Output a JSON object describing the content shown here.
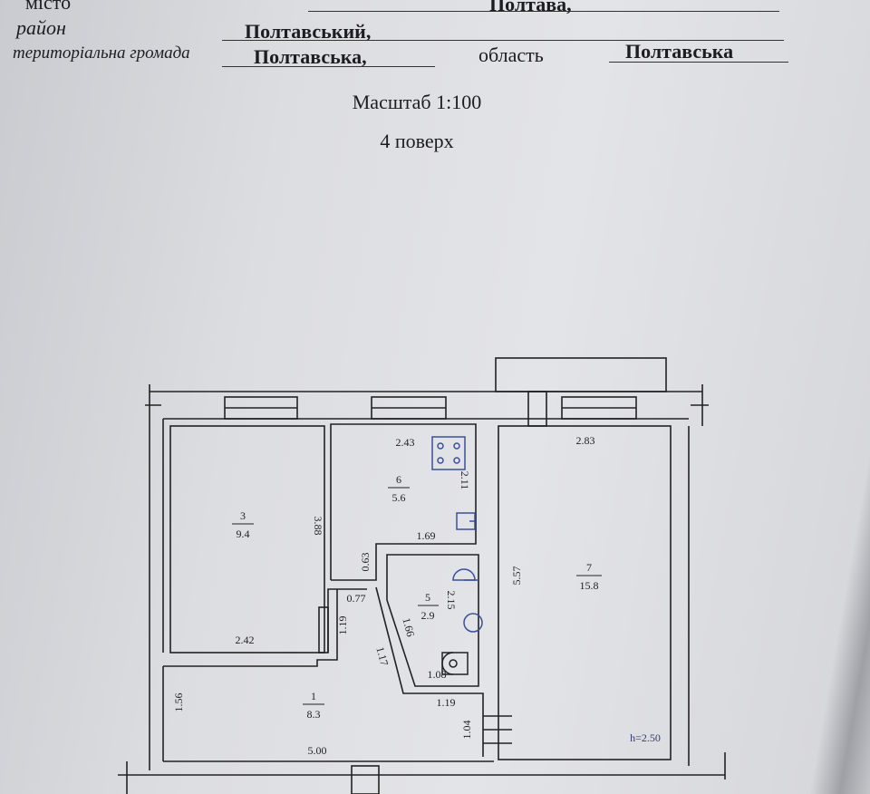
{
  "header": {
    "city_label": "місто",
    "city_value": "Полтава,",
    "district_label": "район",
    "district_value": "Полтавський,",
    "community_label": "територіальна громада",
    "community_value": "Полтавська,",
    "region_label": "область",
    "region_value": "Полтавська"
  },
  "scale": "Масштаб 1:100",
  "floor": "4 поверх",
  "plan": {
    "rooms": [
      {
        "number": "3",
        "area": "9.4",
        "dims": [
          "3.88",
          "2.42"
        ]
      },
      {
        "number": "6",
        "area": "5.6",
        "dims": [
          "2.43",
          "2.11",
          "1.69",
          "0.63"
        ]
      },
      {
        "number": "5",
        "area": "2.9",
        "dims": [
          "2.15",
          "1.66",
          "1.08"
        ]
      },
      {
        "number": "1",
        "area": "8.3",
        "dims": [
          "0.77",
          "1.19",
          "1.17",
          "1.19",
          "1.04",
          "1.56",
          "5.00"
        ]
      },
      {
        "number": "7",
        "area": "15.8",
        "dims": [
          "2.83",
          "5.57"
        ]
      }
    ],
    "height": "h=2.50",
    "fixture_color": "#3a4f9a"
  }
}
